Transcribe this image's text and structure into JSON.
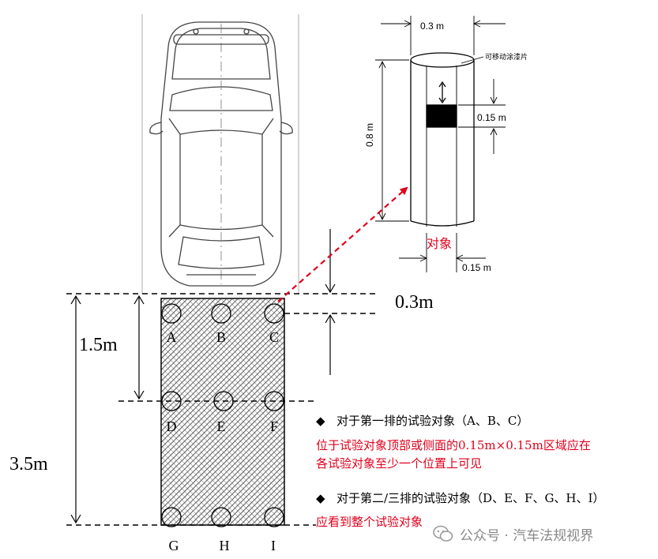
{
  "diagram": {
    "dim_gap_top": "0.3m",
    "dim_row1": "1.5m",
    "dim_total": "3.5m",
    "targets": [
      "A",
      "B",
      "C",
      "D",
      "E",
      "F",
      "G",
      "H",
      "I"
    ],
    "cylinder": {
      "diameter": "0.3 m",
      "height": "0.8 m",
      "band_height": "0.15 m",
      "band_width": "0.15 m",
      "movable_label": "可移动涂漆片",
      "object_label": "对象"
    },
    "notes": {
      "note1_head": "对于第一排的试验对象（A、B、C）",
      "note1_line1": "位于试验对象顶部或侧面的0.15m×0.15m区域应在",
      "note1_line2": "各试验对象至少一个位置上可见",
      "note2_head": "对于第二/三排的试验对象（D、E、F、G、H、I）",
      "note2_line1": "应看到整个试验对象"
    },
    "watermark": "公众号 · 汽车法规视界",
    "colors": {
      "accent_red": "#e0001b",
      "hatch": "#333333",
      "watermark": "#888888"
    }
  }
}
